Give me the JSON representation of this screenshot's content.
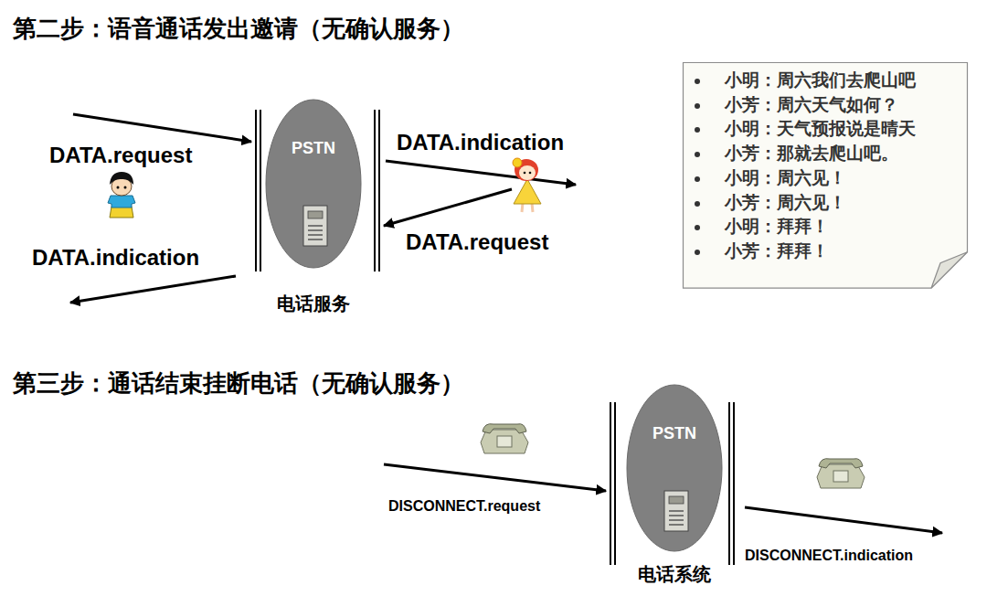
{
  "diagram": {
    "title": "第二步：语音通话发出邀请（无确认服务）",
    "nodes": [
      {
        "text": [
          "PSTN",
          "电话服务"
        ]
      },
      {
        "text": [
          "小明：周六我们去爬山吧",
          "小芳：周六天气如何？",
          "小明：天气预报说是晴天",
          "小芳：那就去爬山吧。",
          "小明：周六见！",
          "小芳：周六见！",
          "小明：拜拜！",
          "小芳：拜拜！"
        ]
      },
      {
        "text": [
          "PSTN",
          "电话系统"
        ]
      }
    ],
    "labels": [
      "DATA.request",
      "DATA.indication",
      "DATA.request",
      "DATA.indication",
      "第三步：通话结束挂断电话（无确认服务）",
      "DISCONNECT.request",
      "DISCONNECT.indication"
    ]
  }
}
